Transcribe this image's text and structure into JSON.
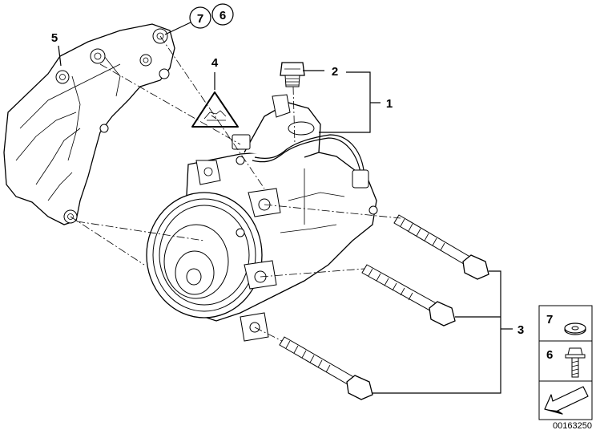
{
  "callouts": {
    "c1": "1",
    "c2": "2",
    "c3": "3",
    "c4": "4",
    "c5": "5",
    "c6": "6",
    "c7": "7"
  },
  "legend": {
    "item_washer": "7",
    "item_bolt": "6"
  },
  "document_number": "00163250"
}
